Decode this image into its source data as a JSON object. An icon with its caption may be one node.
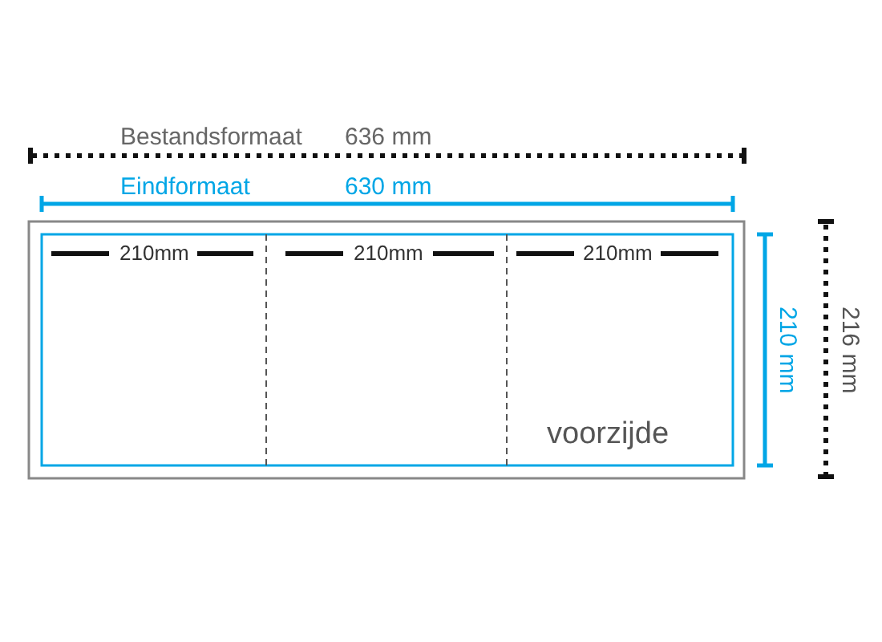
{
  "diagram": {
    "labels": [
      "Bestandsformaat",
      "636 mm",
      "Eindformaat",
      "630 mm",
      "210mm",
      "210mm",
      "210mm",
      "210 mm",
      "216 mm",
      "voorzijde"
    ]
  }
}
